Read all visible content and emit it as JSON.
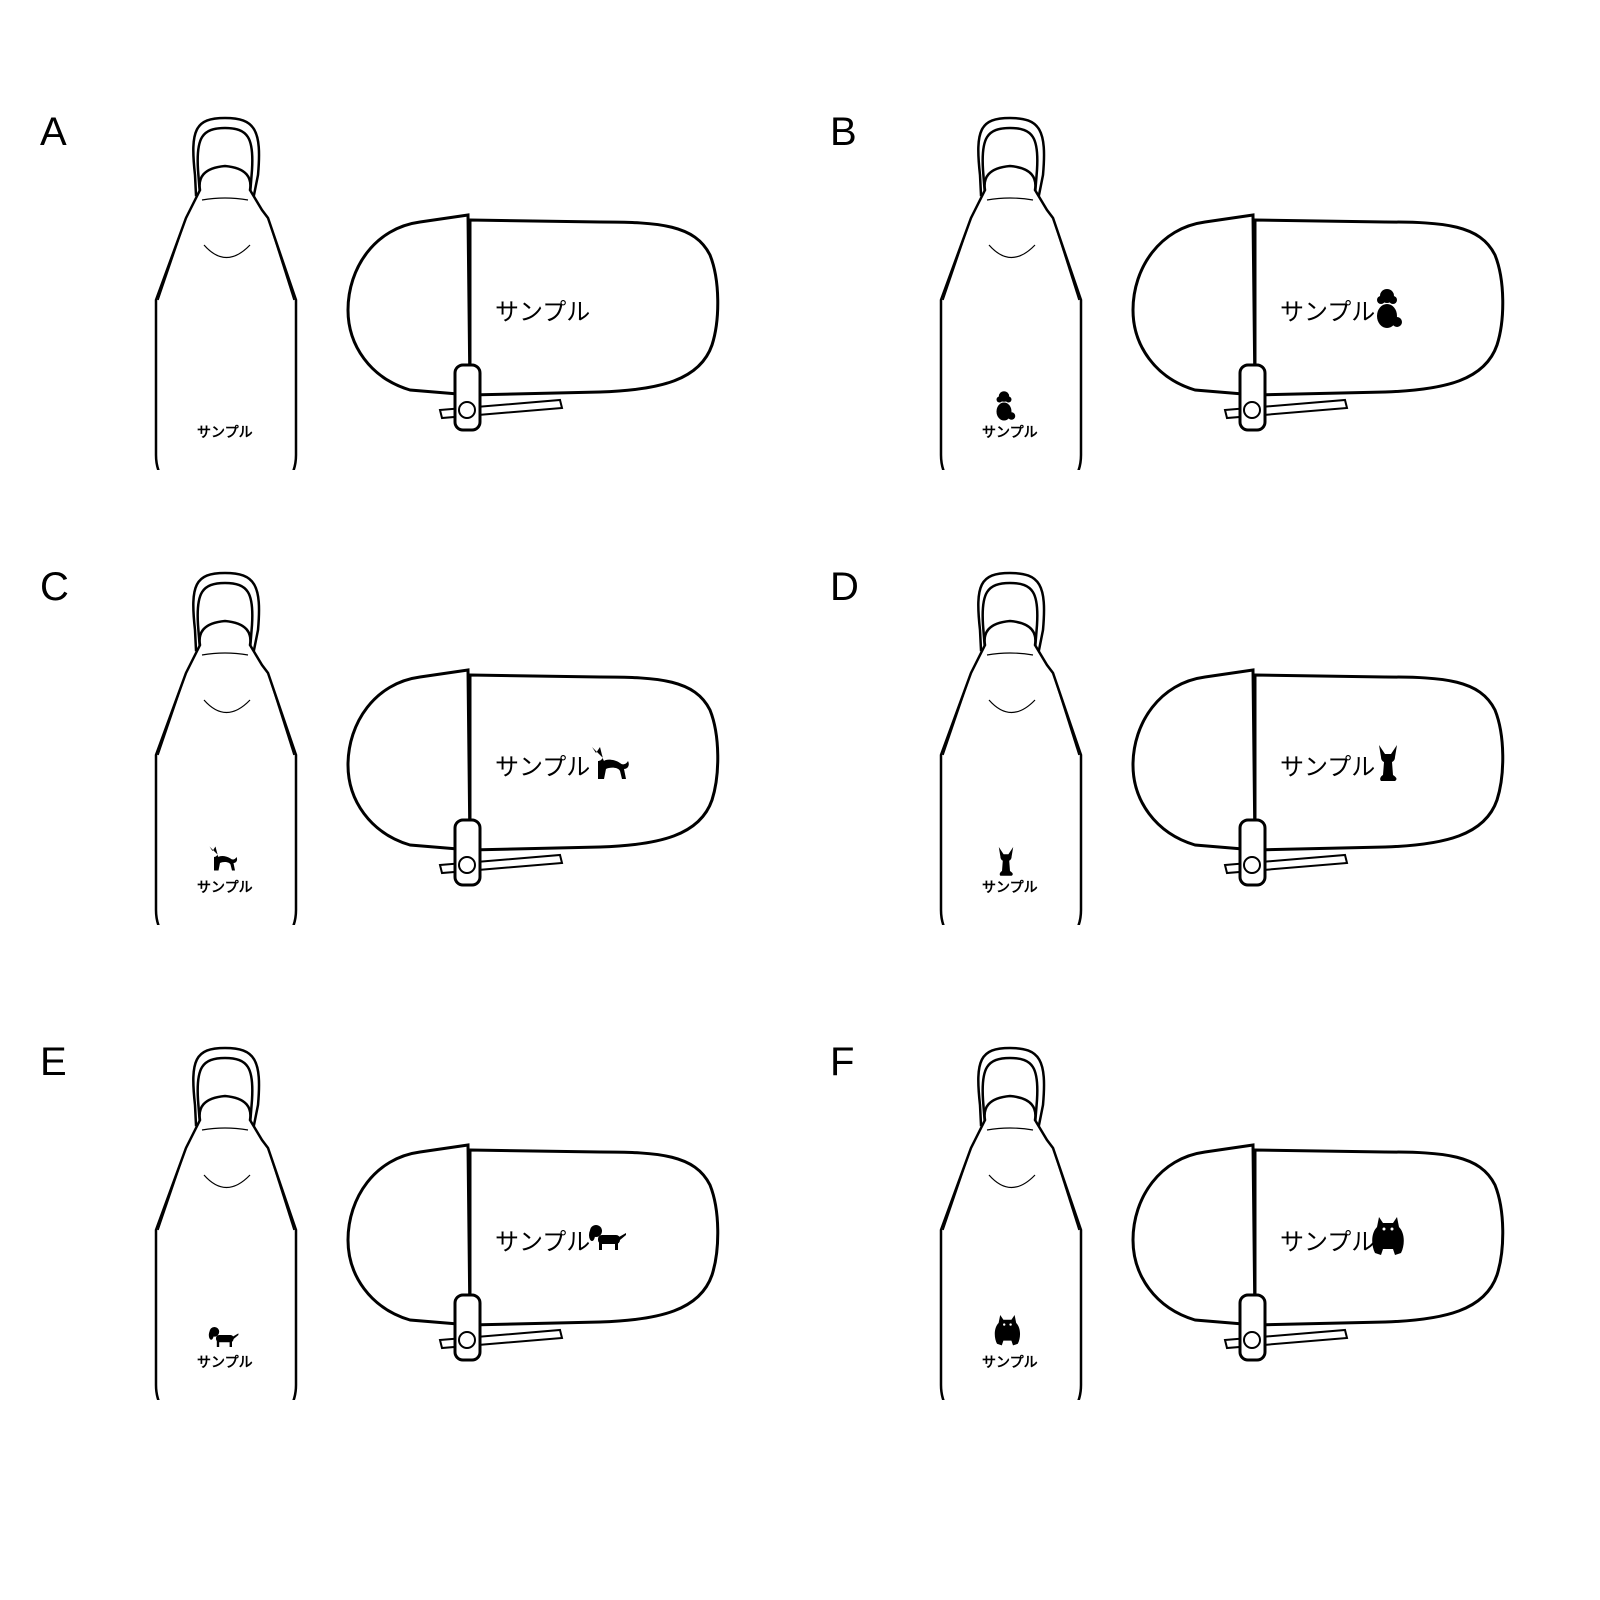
{
  "variants": [
    {
      "letter": "A",
      "sample_text": "サンプル",
      "icon": "none"
    },
    {
      "letter": "B",
      "sample_text": "サンプル",
      "icon": "poodle-icon"
    },
    {
      "letter": "C",
      "sample_text": "サンプル",
      "icon": "shiba-icon"
    },
    {
      "letter": "D",
      "sample_text": "サンプル",
      "icon": "chihuahua-icon"
    },
    {
      "letter": "E",
      "sample_text": "サンプル",
      "icon": "dachshund-icon"
    },
    {
      "letter": "F",
      "sample_text": "サンプル",
      "icon": "pomeranian-icon"
    }
  ],
  "colors": {
    "line": "#000000",
    "background": "#ffffff"
  }
}
